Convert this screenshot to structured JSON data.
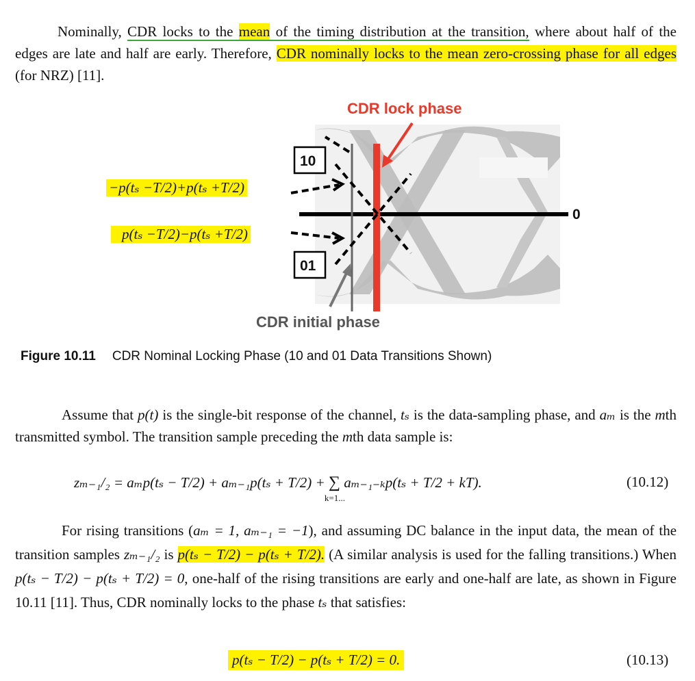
{
  "para1": {
    "indent": "Nominally, ",
    "s1": "CDR locks to the",
    "s2": "mean",
    "s3": "of the timing distribution at the transition,",
    "s4": " where about half of the edges are late and half are early. Therefore, ",
    "s5": "CDR nominally locks to the mean zero-crossing phase for all edges",
    "s6": " (for NRZ) [11]."
  },
  "figure": {
    "title_label": "CDR lock phase",
    "initial_label": "CDR initial phase",
    "box_10": "10",
    "box_01": "01",
    "zero_label": "0",
    "expr_top": "−p(tₛ −T/2)+p(tₛ +T/2)",
    "expr_bottom": "p(tₛ −T/2)−p(tₛ +T/2)",
    "colors": {
      "lock": "#e8392b",
      "initial": "#666666",
      "highlight": "#fff200"
    }
  },
  "caption": {
    "number": "Figure 10.11",
    "text": "CDR Nominal Locking Phase (10 and 01 Data Transitions Shown)"
  },
  "para2": {
    "text1": "Assume that ",
    "text2": "p(t)",
    "text3": " is the single-bit response of the channel, ",
    "text4": "tₛ",
    "text5": " is the data-sampling phase, and ",
    "text6": "aₘ",
    "text7": " is the ",
    "text8": "m",
    "text9": "th transmitted symbol. The transition sample preceding the ",
    "text10": "m",
    "text11": "th data sample is:"
  },
  "eq1": {
    "lhs": "zₘ₋₁/₂ = aₘp(tₛ − T/2) + aₘ₋₁p(tₛ + T/2) + ",
    "sum": "∑",
    "sum_sub": "k=1...",
    "rhs": "aₘ₋₁₋ₖp(tₛ + T/2 + kT).",
    "number": "(10.12)"
  },
  "para3": {
    "t1": "For rising transitions (",
    "t2": "aₘ = 1, aₘ₋₁ = −1",
    "t3": "), and assuming DC balance in the input data, the mean of the transition samples ",
    "t4": "zₘ₋₁/₂",
    "t5": " is ",
    "t6": "p(tₛ − T/2) − p(tₛ + T/2).",
    "t7": " (A similar analysis is used for the falling transitions.) When ",
    "t8": "p(tₛ − T/2) − p(tₛ + T/2) = 0",
    "t9": ", one-half of the rising transitions are early and one-half are late, as shown in Figure 10.11 [11]. Thus, CDR nominally locks to the phase ",
    "t10": "tₛ",
    "t11": " that satisfies:"
  },
  "eq2": {
    "text": "p(tₛ − T/2) − p(tₛ + T/2) = 0.",
    "number": "(10.13)"
  }
}
